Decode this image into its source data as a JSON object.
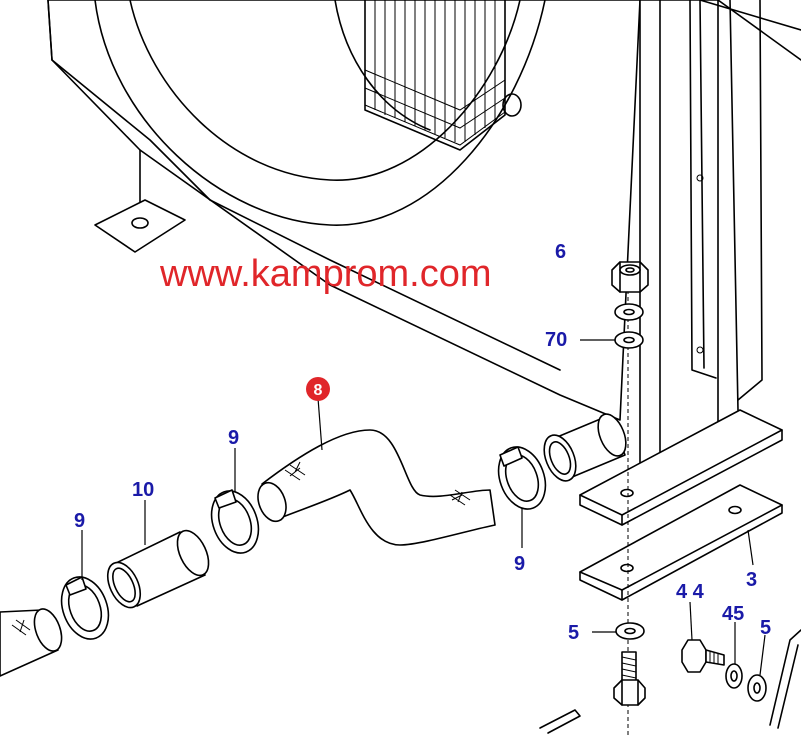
{
  "watermark": "www.kamprom.com",
  "colors": {
    "callout": "#1a1aa8",
    "highlight": "#e0262a",
    "line": "#000000"
  },
  "callouts": {
    "c6": "6",
    "c70": "70",
    "c8": "8",
    "c9a": "9",
    "c10": "10",
    "c9b": "9",
    "c9c": "9",
    "c3": "3",
    "c44": "4 4",
    "c45": "45",
    "c5a": "5",
    "c5b": "5"
  }
}
